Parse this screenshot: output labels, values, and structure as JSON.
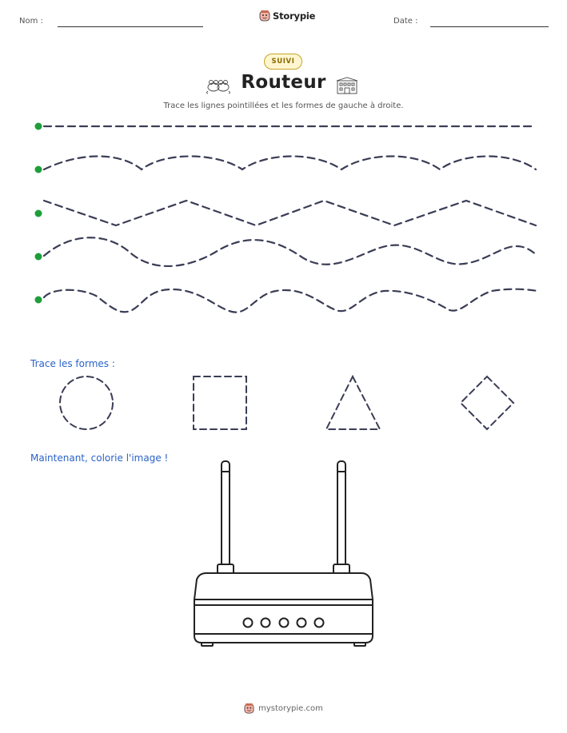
{
  "header": {
    "name_label": "Nom :",
    "brand_name": "Storypie",
    "date_label": "Date :"
  },
  "badge": "SUIVI",
  "title": "Routeur",
  "instructions": "Trace les lignes pointillées et les formes de gauche à droite.",
  "shapes_section": {
    "label": "Trace les formes :",
    "shapes": [
      "circle",
      "square",
      "triangle",
      "diamond"
    ]
  },
  "coloring_section": {
    "label": "Maintenant, colorie l'image !"
  },
  "footer": {
    "website": "mystorypie.com"
  },
  "colors": {
    "start_dot": "#1e9e3a",
    "dashed_line": "#3a3d55",
    "section_label": "#2a62c9",
    "badge_fill": "#fff6cf",
    "badge_border": "#c9a227"
  },
  "icons": [
    "storypie-logo-icon",
    "pair-of-mice-icon",
    "building-icon"
  ]
}
